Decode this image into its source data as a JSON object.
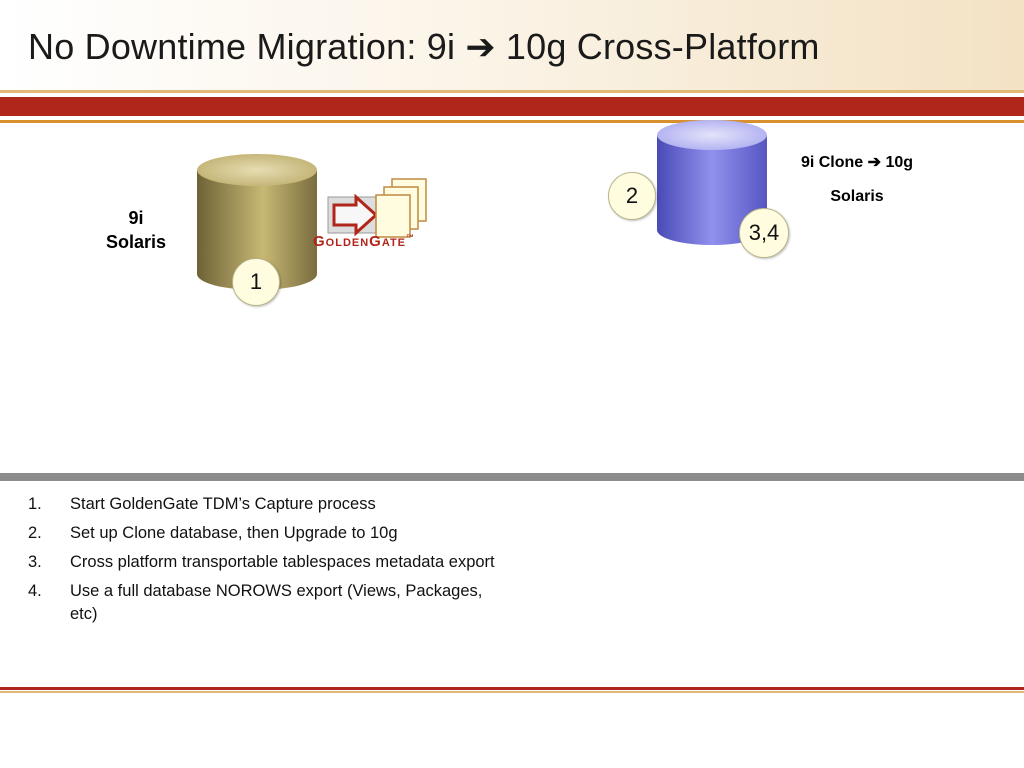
{
  "slide": {
    "title": "No Downtime Migration: 9i ➔ 10g Cross-Platform",
    "source_db": {
      "line1": "9i",
      "line2": "Solaris",
      "badge": "1"
    },
    "target_db": {
      "line1": "9i Clone ➔ 10g",
      "line2": "Solaris",
      "badge_a": "2",
      "badge_b": "3,4"
    },
    "logo": {
      "text": "GoldenGate",
      "trademark": "™"
    },
    "steps": [
      {
        "num": "1.",
        "text": "Start GoldenGate TDM’s Capture process"
      },
      {
        "num": "2.",
        "text": "Set up Clone database, then Upgrade to 10g"
      },
      {
        "num": "3.",
        "text": "Cross platform transportable tablespaces metadata export"
      },
      {
        "num": "4.",
        "text": "Use a full database NOROWS export (Views, Packages, etc)"
      }
    ]
  },
  "colors": {
    "accent_red": "#b0261a",
    "accent_orange": "#d8902e",
    "gold_cylinder": "#a4965a",
    "blue_cylinder": "#8c8ce8",
    "divider_gray": "#8c8c8c"
  },
  "icons": [
    "database-cylinder-gold",
    "database-cylinder-blue",
    "goldengate-arrow-icon",
    "trail-files-icon"
  ]
}
